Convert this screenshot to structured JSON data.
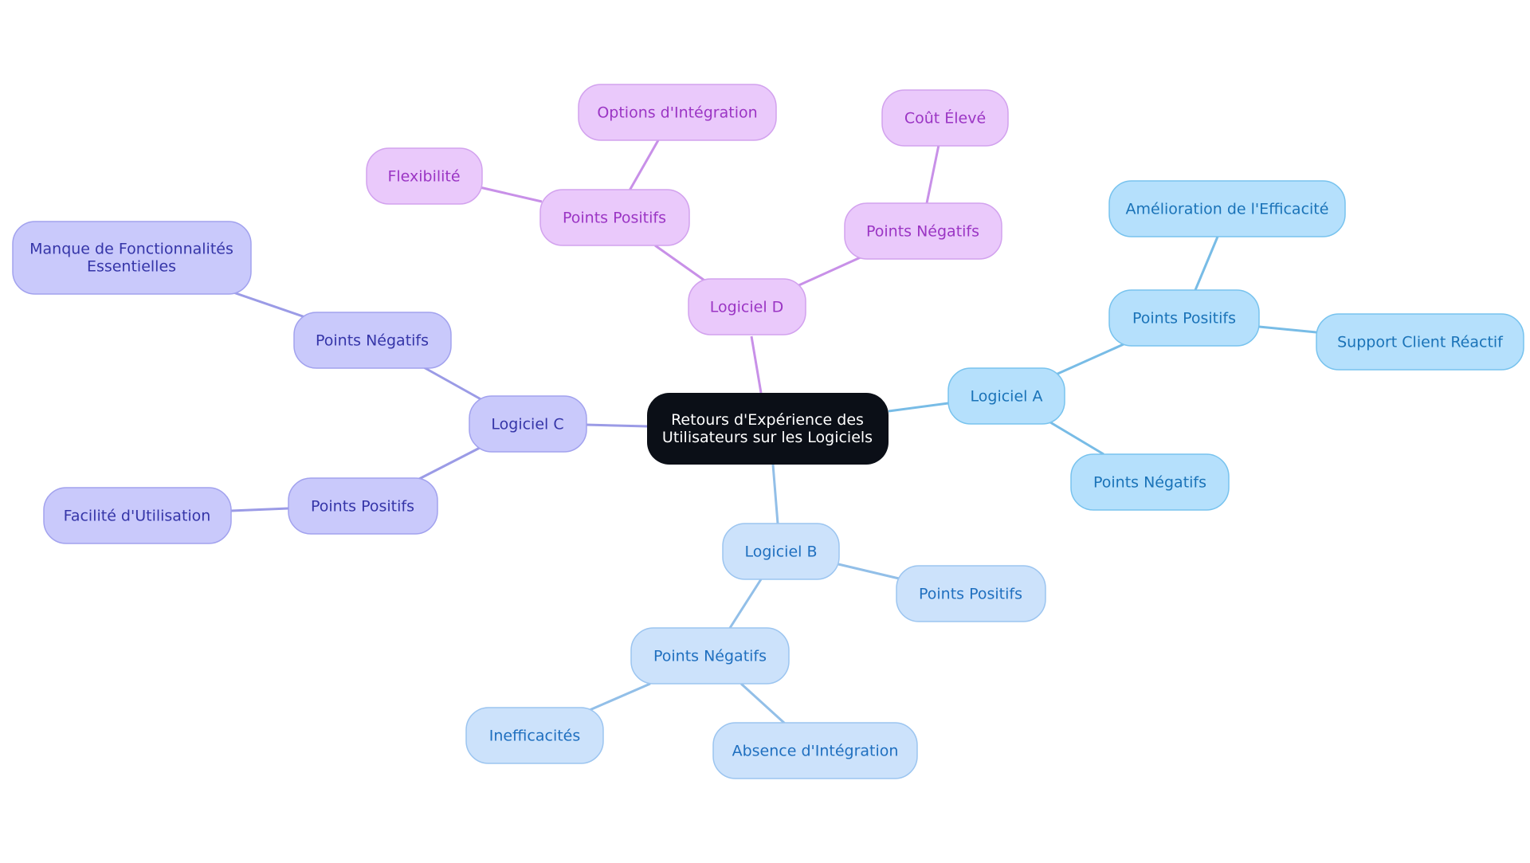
{
  "mindmap": {
    "root": {
      "line1": "Retours d'Expérience des",
      "line2": "Utilisateurs sur les Logiciels"
    },
    "branches": [
      {
        "key": "a",
        "label": "Logiciel A",
        "positive": {
          "label": "Points Positifs",
          "items": [
            "Amélioration de l'Efficacité",
            "Support Client Réactif"
          ]
        },
        "negative": {
          "label": "Points Négatifs",
          "items": []
        }
      },
      {
        "key": "b",
        "label": "Logiciel B",
        "positive": {
          "label": "Points Positifs",
          "items": []
        },
        "negative": {
          "label": "Points Négatifs",
          "items": [
            "Inefficacités",
            "Absence d'Intégration"
          ]
        }
      },
      {
        "key": "c",
        "label": "Logiciel C",
        "positive": {
          "label": "Points Positifs",
          "items": [
            "Facilité d'Utilisation"
          ]
        },
        "negative": {
          "label": "Points Négatifs",
          "items": [
            {
              "line1": "Manque de Fonctionnalités",
              "line2": "Essentielles"
            }
          ]
        }
      },
      {
        "key": "d",
        "label": "Logiciel D",
        "positive": {
          "label": "Points Positifs",
          "items": [
            "Options d'Intégration",
            "Flexibilité"
          ]
        },
        "negative": {
          "label": "Points Négatifs",
          "items": [
            "Coût Élevé"
          ]
        }
      }
    ]
  },
  "colors": {
    "root_fill": "#0b0f17",
    "a_fill": "#b5e0fc",
    "a_stroke": "#78c3ee",
    "a_text": "#1a73b8",
    "a_edge": "#78bce6",
    "b_fill": "#cce2fb",
    "b_stroke": "#9cc5f0",
    "b_text": "#1f6fbf",
    "b_edge": "#92bfe8",
    "c_fill": "#c9c9fb",
    "c_stroke": "#a2a2ee",
    "c_text": "#3535a8",
    "c_edge": "#9b9be6",
    "d_fill": "#eac9fb",
    "d_stroke": "#d2a2ee",
    "d_text": "#9b35c4",
    "d_edge": "#c890e8"
  }
}
